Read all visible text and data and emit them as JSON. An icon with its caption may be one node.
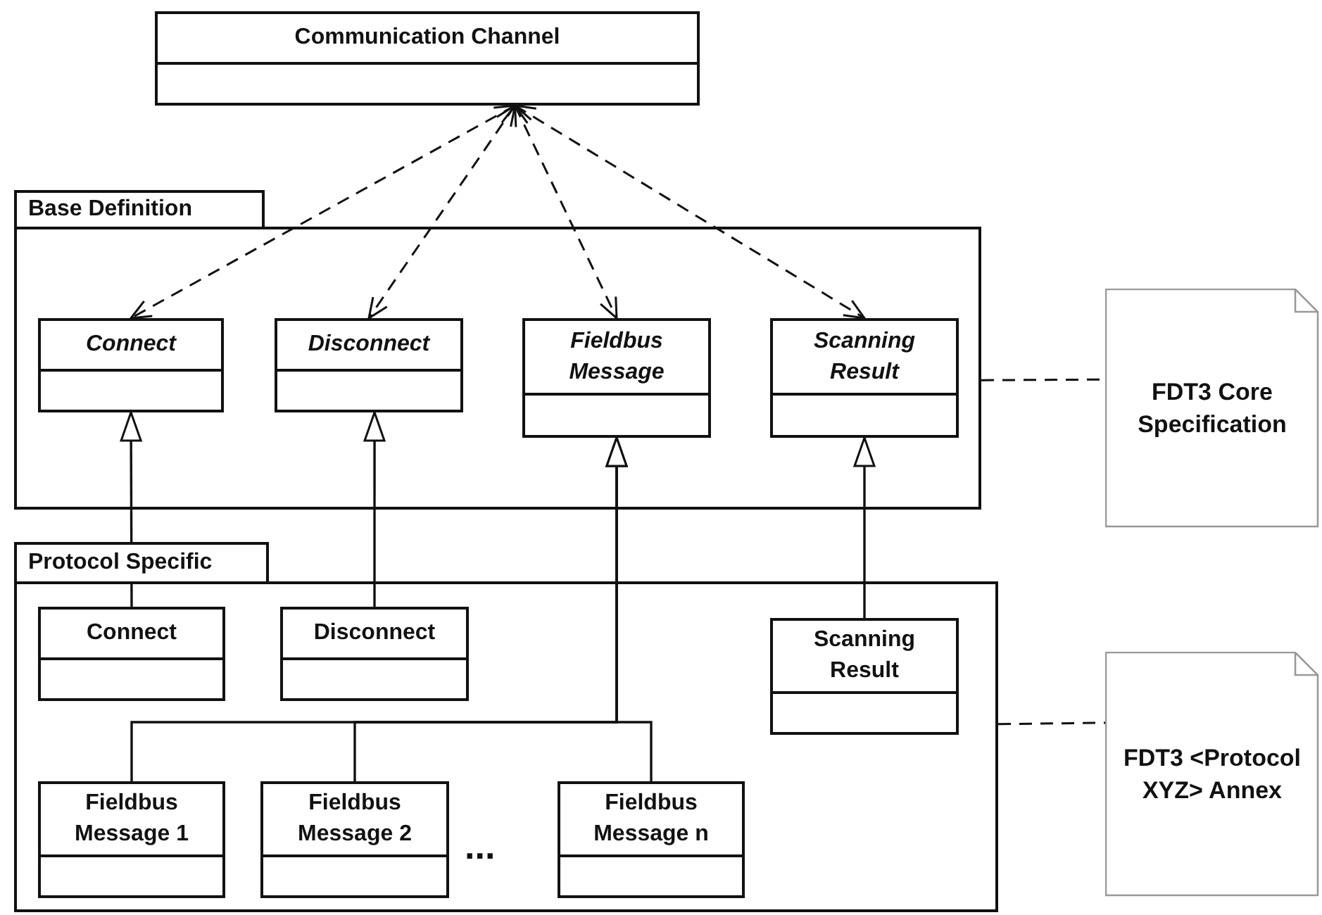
{
  "diagram": {
    "nodes": [
      {
        "text": [
          "Communication Channel"
        ]
      },
      {
        "text": [
          "Base Definition"
        ]
      },
      {
        "text": [
          "Connect"
        ],
        "in": 1
      },
      {
        "text": [
          "Disconnect"
        ],
        "in": 1
      },
      {
        "text": [
          "Fieldbus Message"
        ],
        "in": 1
      },
      {
        "text": [
          "Scanning Result"
        ],
        "in": 1
      },
      {
        "text": [
          "Protocol Specific"
        ]
      },
      {
        "text": [
          "Connect"
        ],
        "in": 6
      },
      {
        "text": [
          "Disconnect"
        ],
        "in": 6
      },
      {
        "text": [
          "Scanning Result"
        ],
        "in": 6
      },
      {
        "text": [
          "Fieldbus Message 1"
        ],
        "in": 6
      },
      {
        "text": [
          "Fieldbus Message 2"
        ],
        "in": 6
      },
      {
        "text": [
          "Fieldbus Message n"
        ],
        "in": 6
      },
      {
        "text": [
          "FDT3 Core Specification"
        ]
      },
      {
        "text": [
          "FDT3 <Protocol XYZ> Annex"
        ]
      }
    ],
    "edges": [
      {
        "from": 0,
        "to": 2,
        "arrow": "both",
        "style": "dashed"
      },
      {
        "from": 0,
        "to": 3,
        "arrow": "both",
        "style": "dashed"
      },
      {
        "from": 0,
        "to": 4,
        "arrow": "both",
        "style": "dashed"
      },
      {
        "from": 0,
        "to": 5,
        "arrow": "both",
        "style": "dashed"
      },
      {
        "from": 7,
        "to": 2,
        "arrow": "to"
      },
      {
        "from": 8,
        "to": 3,
        "arrow": "to"
      },
      {
        "from": 9,
        "to": 5,
        "arrow": "to"
      },
      {
        "from": 10,
        "to": 4,
        "arrow": "to"
      },
      {
        "from": 11,
        "to": 4,
        "arrow": "to"
      },
      {
        "from": 12,
        "to": 4,
        "arrow": "to"
      },
      {
        "from": 1,
        "to": 13,
        "arrow": "none",
        "style": "dashed"
      },
      {
        "from": 6,
        "to": 14,
        "arrow": "none",
        "style": "dashed"
      }
    ],
    "labels": [
      "..."
    ]
  }
}
